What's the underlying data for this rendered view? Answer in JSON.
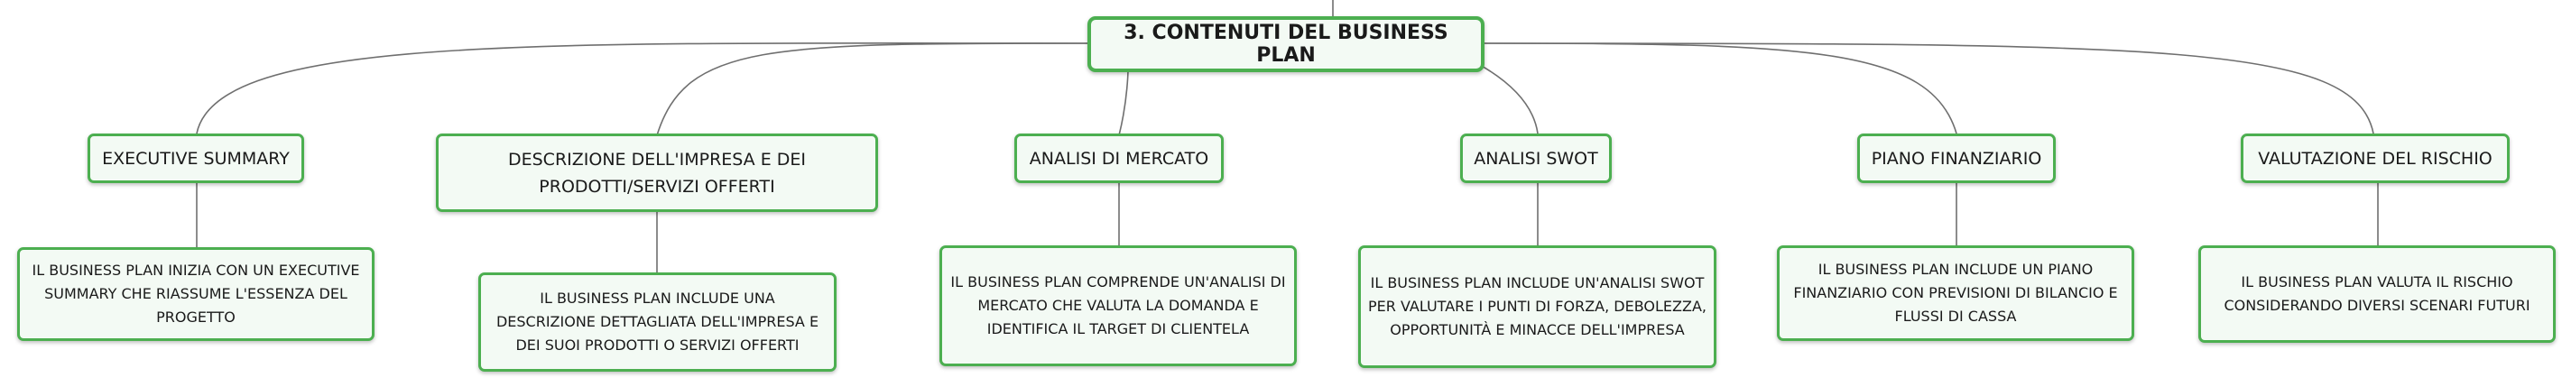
{
  "root": {
    "title": "3. CONTENUTI DEL BUSINESS PLAN"
  },
  "colors": {
    "border": "#4caf50",
    "fill": "#f3faf4",
    "connector": "#6f6f6f"
  },
  "topics": [
    {
      "label": "EXECUTIVE SUMMARY",
      "detail": "IL BUSINESS PLAN INIZIA CON UN EXECUTIVE SUMMARY CHE RIASSUME L'ESSENZA DEL PROGETTO"
    },
    {
      "label": "DESCRIZIONE DELL'IMPRESA E DEI PRODOTTI/SERVIZI OFFERTI",
      "detail": "IL BUSINESS PLAN INCLUDE UNA DESCRIZIONE DETTAGLIATA DELL'IMPRESA E DEI SUOI PRODOTTI O SERVIZI OFFERTI"
    },
    {
      "label": "ANALISI DI MERCATO",
      "detail": "IL BUSINESS PLAN COMPRENDE UN'ANALISI DI MERCATO CHE VALUTA LA DOMANDA E IDENTIFICA IL TARGET DI CLIENTELA"
    },
    {
      "label": "ANALISI SWOT",
      "detail": "IL BUSINESS PLAN INCLUDE UN'ANALISI SWOT PER VALUTARE I PUNTI DI FORZA, DEBOLEZZA, OPPORTUNITÀ E MINACCE DELL'IMPRESA"
    },
    {
      "label": "PIANO FINANZIARIO",
      "detail": "IL BUSINESS PLAN INCLUDE UN PIANO FINANZIARIO CON PREVISIONI DI BILANCIO E FLUSSI DI CASSA"
    },
    {
      "label": "VALUTAZIONE DEL RISCHIO",
      "detail": "IL BUSINESS PLAN VALUTA IL RISCHIO CONSIDERANDO DIVERSI SCENARI FUTURI"
    }
  ]
}
